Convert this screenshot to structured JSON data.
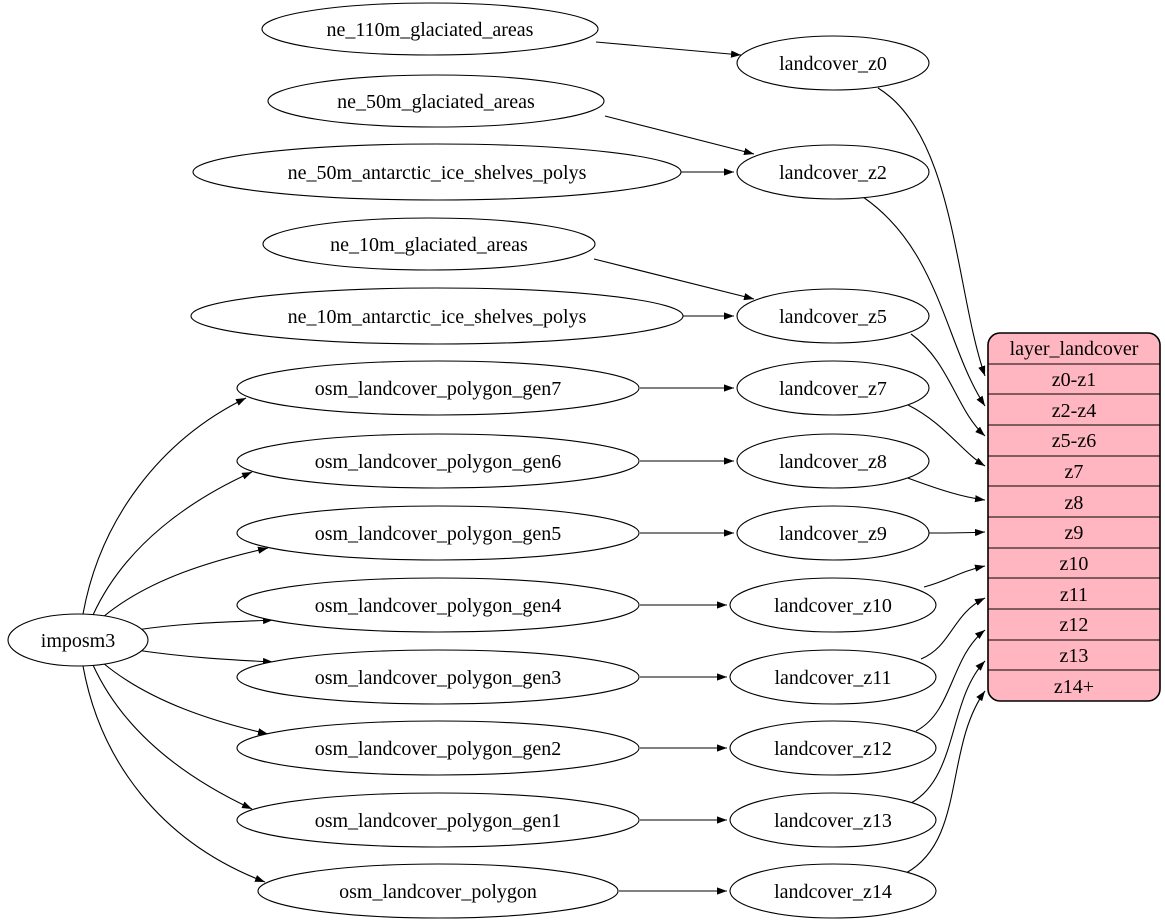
{
  "colors": {
    "table_fill": "#ffb6c1",
    "node_fill": "#ffffff",
    "stroke": "#000000",
    "background": "#ffffff"
  },
  "nodes": {
    "source": {
      "label": "imposm3"
    },
    "inputs": [
      {
        "label": "ne_110m_glaciated_areas"
      },
      {
        "label": "ne_50m_glaciated_areas"
      },
      {
        "label": "ne_50m_antarctic_ice_shelves_polys"
      },
      {
        "label": "ne_10m_glaciated_areas"
      },
      {
        "label": "ne_10m_antarctic_ice_shelves_polys"
      },
      {
        "label": "osm_landcover_polygon_gen7"
      },
      {
        "label": "osm_landcover_polygon_gen6"
      },
      {
        "label": "osm_landcover_polygon_gen5"
      },
      {
        "label": "osm_landcover_polygon_gen4"
      },
      {
        "label": "osm_landcover_polygon_gen3"
      },
      {
        "label": "osm_landcover_polygon_gen2"
      },
      {
        "label": "osm_landcover_polygon_gen1"
      },
      {
        "label": "osm_landcover_polygon"
      }
    ],
    "stages": [
      {
        "label": "landcover_z0"
      },
      {
        "label": "landcover_z2"
      },
      {
        "label": "landcover_z5"
      },
      {
        "label": "landcover_z7"
      },
      {
        "label": "landcover_z8"
      },
      {
        "label": "landcover_z9"
      },
      {
        "label": "landcover_z10"
      },
      {
        "label": "landcover_z11"
      },
      {
        "label": "landcover_z12"
      },
      {
        "label": "landcover_z13"
      },
      {
        "label": "landcover_z14"
      }
    ],
    "table": {
      "title": "layer_landcover",
      "rows": [
        "z0-z1",
        "z2-z4",
        "z5-z6",
        "z7",
        "z8",
        "z9",
        "z10",
        "z11",
        "z12",
        "z13",
        "z14+"
      ]
    }
  },
  "edges": [
    {
      "from": "imposm3",
      "to": "osm_landcover_polygon_gen7"
    },
    {
      "from": "imposm3",
      "to": "osm_landcover_polygon_gen6"
    },
    {
      "from": "imposm3",
      "to": "osm_landcover_polygon_gen5"
    },
    {
      "from": "imposm3",
      "to": "osm_landcover_polygon_gen4"
    },
    {
      "from": "imposm3",
      "to": "osm_landcover_polygon_gen3"
    },
    {
      "from": "imposm3",
      "to": "osm_landcover_polygon_gen2"
    },
    {
      "from": "imposm3",
      "to": "osm_landcover_polygon_gen1"
    },
    {
      "from": "imposm3",
      "to": "osm_landcover_polygon"
    },
    {
      "from": "ne_110m_glaciated_areas",
      "to": "landcover_z0"
    },
    {
      "from": "ne_50m_glaciated_areas",
      "to": "landcover_z2"
    },
    {
      "from": "ne_50m_antarctic_ice_shelves_polys",
      "to": "landcover_z2"
    },
    {
      "from": "ne_10m_glaciated_areas",
      "to": "landcover_z5"
    },
    {
      "from": "ne_10m_antarctic_ice_shelves_polys",
      "to": "landcover_z5"
    },
    {
      "from": "osm_landcover_polygon_gen7",
      "to": "landcover_z7"
    },
    {
      "from": "osm_landcover_polygon_gen6",
      "to": "landcover_z8"
    },
    {
      "from": "osm_landcover_polygon_gen5",
      "to": "landcover_z9"
    },
    {
      "from": "osm_landcover_polygon_gen4",
      "to": "landcover_z10"
    },
    {
      "from": "osm_landcover_polygon_gen3",
      "to": "landcover_z11"
    },
    {
      "from": "osm_landcover_polygon_gen2",
      "to": "landcover_z12"
    },
    {
      "from": "osm_landcover_polygon_gen1",
      "to": "landcover_z13"
    },
    {
      "from": "osm_landcover_polygon",
      "to": "landcover_z14"
    },
    {
      "from": "landcover_z0",
      "to": "layer_landcover:z0-z1"
    },
    {
      "from": "landcover_z2",
      "to": "layer_landcover:z2-z4"
    },
    {
      "from": "landcover_z5",
      "to": "layer_landcover:z5-z6"
    },
    {
      "from": "landcover_z7",
      "to": "layer_landcover:z7"
    },
    {
      "from": "landcover_z8",
      "to": "layer_landcover:z8"
    },
    {
      "from": "landcover_z9",
      "to": "layer_landcover:z9"
    },
    {
      "from": "landcover_z10",
      "to": "layer_landcover:z10"
    },
    {
      "from": "landcover_z11",
      "to": "layer_landcover:z11"
    },
    {
      "from": "landcover_z12",
      "to": "layer_landcover:z12"
    },
    {
      "from": "landcover_z13",
      "to": "layer_landcover:z13"
    },
    {
      "from": "landcover_z14",
      "to": "layer_landcover:z14+"
    }
  ]
}
